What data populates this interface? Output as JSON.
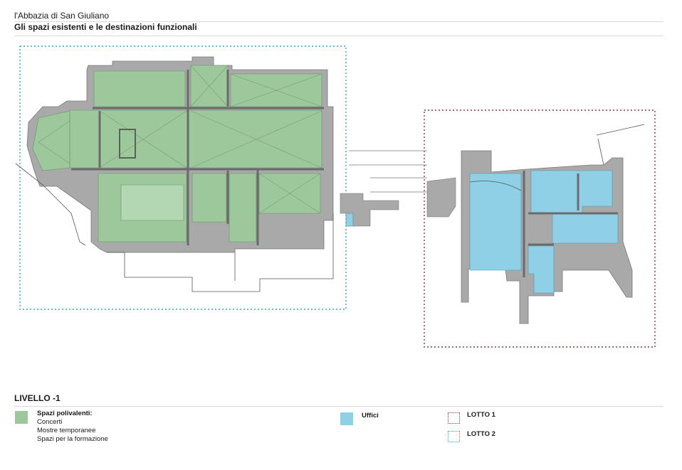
{
  "header": {
    "subtitle": "l'Abbazia di San Giuliano",
    "title": "Gli spazi esistenti e le destinazioni funzionali"
  },
  "level": "LIVELLO -1",
  "legend": {
    "polivalenti": {
      "title": "Spazi polivalenti:",
      "items": [
        "Concerti",
        "Mostre temporanee",
        "Spazi per la formazione"
      ],
      "color": "#9cc89c"
    },
    "uffici": {
      "label": "Uffici",
      "color": "#8fd0e6"
    },
    "lotto1": {
      "label": "LOTTO 1",
      "color": "#8a3a3a"
    },
    "lotto2": {
      "label": "LOTTO 2",
      "color": "#3aa0d0"
    }
  },
  "colors": {
    "wall": "#a9a9a9",
    "green_fill": "#9cc89c",
    "blue_fill": "#8fd0e6",
    "line": "#555555"
  }
}
